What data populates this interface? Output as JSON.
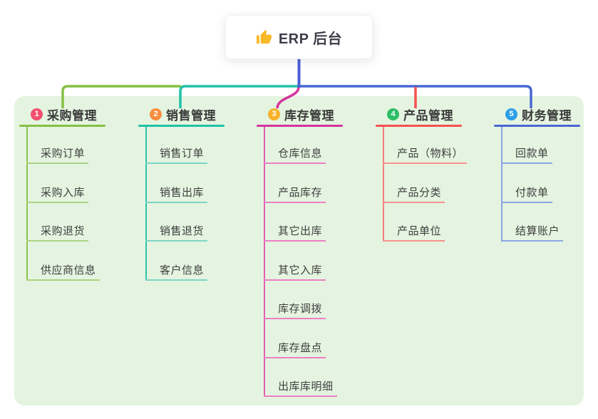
{
  "root": {
    "icon": "thumbs-up",
    "title": "ERP 后台"
  },
  "branches": [
    {
      "index": "1",
      "label": "采购管理",
      "badge_color": "#f2506e",
      "color": "#85c044",
      "light_color": "#aad37f",
      "spine_color": "#8cc24e",
      "children": [
        "采购订单",
        "采购入库",
        "采购退货",
        "供应商信息"
      ]
    },
    {
      "index": "2",
      "label": "销售管理",
      "badge_color": "#f98d3f",
      "color": "#1fc1a8",
      "light_color": "#7ed5c5",
      "spine_color": "#2cc5ad",
      "children": [
        "销售订单",
        "销售出库",
        "销售退货",
        "客户信息"
      ]
    },
    {
      "index": "3",
      "label": "库存管理",
      "badge_color": "#f8b32a",
      "color": "#d5339e",
      "light_color": "#ee7ec6",
      "spine_color": "#e55fb4",
      "children": [
        "仓库信息",
        "产品库存",
        "其它出库",
        "其它入库",
        "库存调拨",
        "库存盘点",
        "出库库明细"
      ]
    },
    {
      "index": "4",
      "label": "产品管理",
      "badge_color": "#2ebd66",
      "color": "#f5514f",
      "light_color": "#f79190",
      "spine_color": "#f57e7d",
      "children": [
        "产品（物料）",
        "产品分类",
        "产品单位"
      ]
    },
    {
      "index": "5",
      "label": "财务管理",
      "badge_color": "#2f9ee8",
      "color": "#4a66d4",
      "light_color": "#8ba5e5",
      "spine_color": "#8ba5e5",
      "children": [
        "回款单",
        "付款单",
        "结算账户"
      ]
    }
  ],
  "colors": {
    "canvas_bg": "#ffffff",
    "panel_bg": "#e4f4e0",
    "stem": "#4a5fd4",
    "title_text": "#3a3a3a",
    "child_text": "#3f3f3f",
    "root_text": "#3e3e4a",
    "thumb": "#f7b928"
  }
}
